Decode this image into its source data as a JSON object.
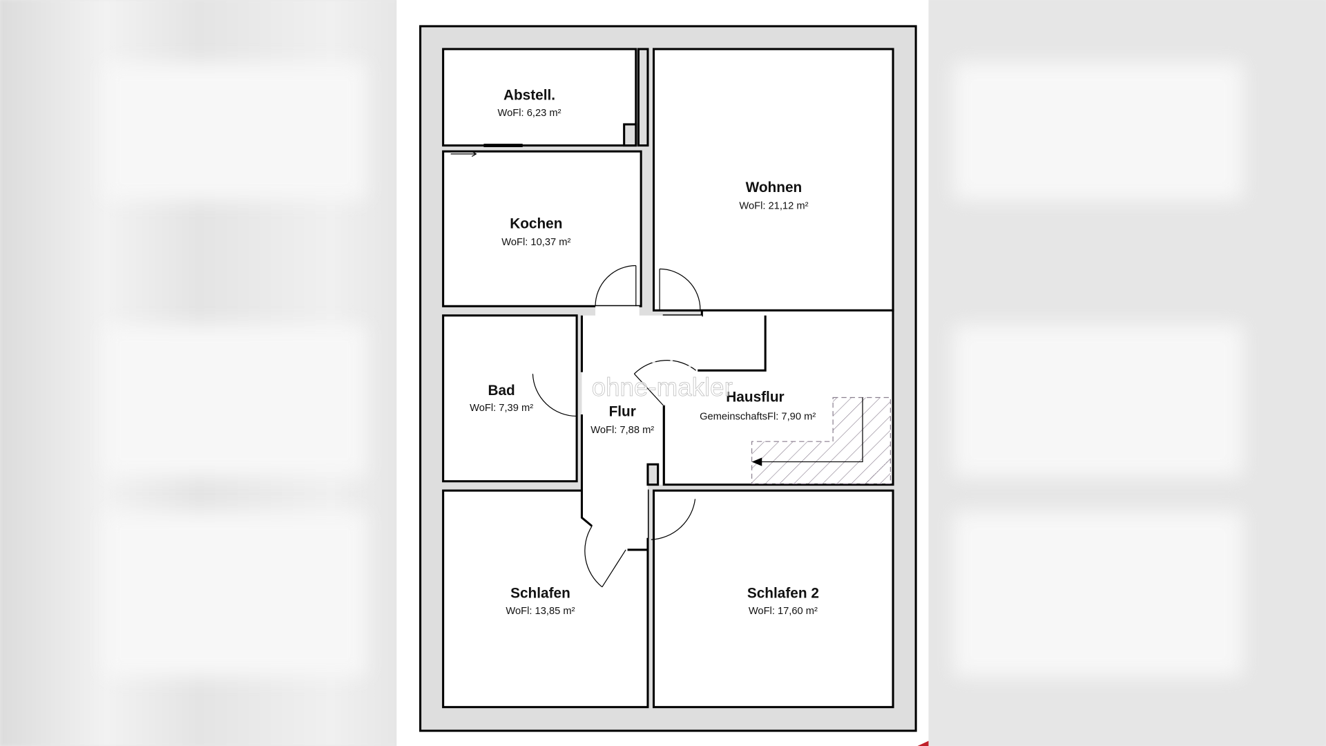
{
  "floorplan": {
    "watermark": "ohne-makler",
    "rooms": [
      {
        "name": "Abstell.",
        "area": "WoFl: 6,23 m²"
      },
      {
        "name": "Kochen",
        "area": "WoFl: 10,37 m²"
      },
      {
        "name": "Wohnen",
        "area": "WoFl: 21,12 m²"
      },
      {
        "name": "Bad",
        "area": "WoFl: 7,39 m²"
      },
      {
        "name": "Flur",
        "area": "WoFl: 7,88 m²"
      },
      {
        "name": "Hausflur",
        "area": "GemeinschaftsFl: 7,90 m²"
      },
      {
        "name": "Schlafen",
        "area": "WoFl: 13,85 m²"
      },
      {
        "name": "Schlafen 2",
        "area": "WoFl: 17,60 m²"
      }
    ],
    "colors": {
      "wall": "#dedede",
      "line": "#000000",
      "room": "#ffffff",
      "stairs": "#8a7f8f"
    }
  }
}
